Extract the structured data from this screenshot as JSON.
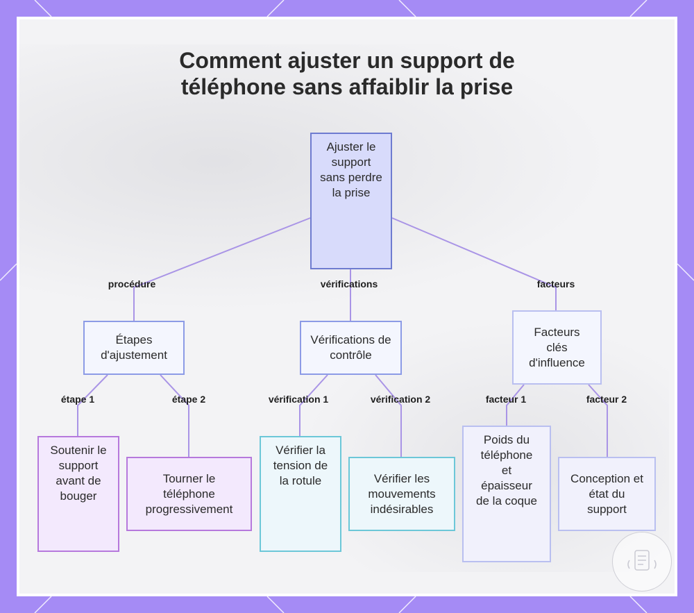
{
  "title": {
    "line1": "Comment ajuster un support de",
    "line2": "téléphone sans affaiblir la prise"
  },
  "nodes": {
    "root": "Ajuster le support sans perdre la prise",
    "etapes": "Étapes d'ajustement",
    "verifications": "Vérifications de contrôle",
    "facteurs": "Facteurs clés d'influence",
    "soutenir": "Soutenir le support avant de bouger",
    "tourner": "Tourner le téléphone progressivement",
    "tension": "Vérifier la tension de la rotule",
    "mouvements": "Vérifier les mouvements indésirables",
    "poids": "Poids du téléphone et épaisseur de la coque",
    "conception": "Conception et état du support"
  },
  "edges": {
    "procedure": "procédure",
    "verifications": "vérifications",
    "facteurs": "facteurs",
    "etape1": "étape 1",
    "etape2": "étape 2",
    "verification1": "vérification 1",
    "verification2": "vérification 2",
    "facteur1": "facteur 1",
    "facteur2": "facteur 2"
  },
  "colors": {
    "frame": "#a58bf5",
    "root_fill": "#d8dbfb",
    "root_border": "#6e7bd0",
    "mid_fill": "#f4f6fe",
    "mid_border": "#8c9be6",
    "purple_fill": "#f3e9fd",
    "purple_border": "#b678dc",
    "teal_fill": "#edf7fb",
    "teal_border": "#6cc7d8",
    "lav_fill": "#f1f1fc",
    "lav_border": "#b9bff0",
    "connector": "#a994e6"
  },
  "icons": {
    "badge": "shield-badge-icon"
  }
}
